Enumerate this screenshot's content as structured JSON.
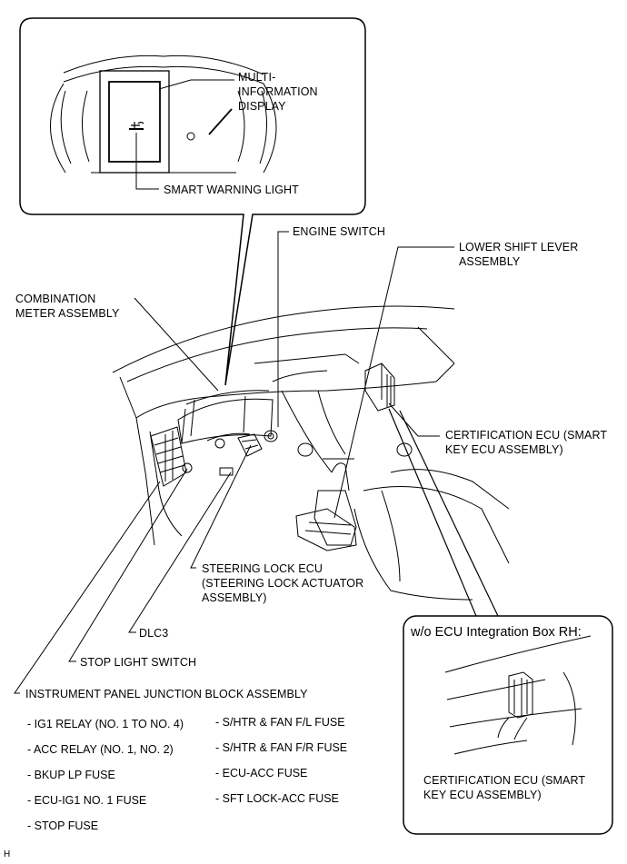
{
  "callout": {
    "multi_info_display": "MULTI-\nINFORMATION\nDISPLAY",
    "smart_warning_light": "SMART WARNING LIGHT"
  },
  "labels": {
    "engine_switch": "ENGINE SWITCH",
    "lower_shift_lever": "LOWER SHIFT LEVER\nASSEMBLY",
    "combination_meter": "COMBINATION\nMETER ASSEMBLY",
    "certification_ecu": "CERTIFICATION ECU (SMART\nKEY ECU ASSEMBLY)",
    "steering_lock_ecu": "STEERING LOCK ECU\n(STEERING LOCK ACTUATOR\nASSEMBLY)",
    "dlc3": "DLC3",
    "stop_light_switch": "STOP LIGHT SWITCH",
    "junction_block": "INSTRUMENT PANEL JUNCTION BLOCK ASSEMBLY"
  },
  "junction_items_left": [
    "- IG1 RELAY (NO. 1 TO NO. 4)",
    "- ACC RELAY (NO. 1, NO. 2)",
    "- BKUP LP FUSE",
    "- ECU-IG1 NO. 1 FUSE",
    "- STOP FUSE"
  ],
  "junction_items_right": [
    "- S/HTR & FAN F/L FUSE",
    "- S/HTR & FAN F/R FUSE",
    "- ECU-ACC FUSE",
    "- SFT LOCK-ACC FUSE"
  ],
  "inset": {
    "title": "w/o ECU Integration Box RH:",
    "label": "CERTIFICATION ECU (SMART\nKEY ECU ASSEMBLY)"
  },
  "figure_code": "H"
}
